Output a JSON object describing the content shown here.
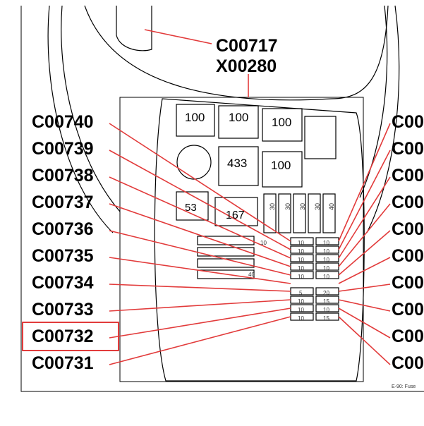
{
  "top_labels": [
    "C00717",
    "X00280"
  ],
  "left_labels": [
    "C00740",
    "C00739",
    "C00738",
    "C00737",
    "C00736",
    "C00735",
    "C00734",
    "C00733",
    "C00732",
    "C00731"
  ],
  "right_labels": [
    "C00",
    "C00",
    "C00",
    "C00",
    "C00",
    "C00",
    "C00",
    "C00",
    "C00",
    "C00"
  ],
  "relay_labels": [
    "100",
    "100",
    "100",
    "433",
    "100",
    "53",
    "167"
  ],
  "fuse_labels": [
    "30",
    "30",
    "30",
    "30",
    "40"
  ],
  "fuse_row_labels": [
    "10",
    "10",
    "10",
    "10",
    "10",
    "5",
    "10",
    "10",
    "10",
    "10",
    "10",
    "10",
    "10",
    "10",
    "20",
    "15",
    "10",
    "15"
  ],
  "fuse_side_labels": [
    "10",
    "40"
  ],
  "caption": "E-90: Fuse",
  "highlighted_label": "C00732",
  "colors": {
    "leader_line": "#e23b3b",
    "highlight": "#e23b3b",
    "ink": "#000000"
  }
}
